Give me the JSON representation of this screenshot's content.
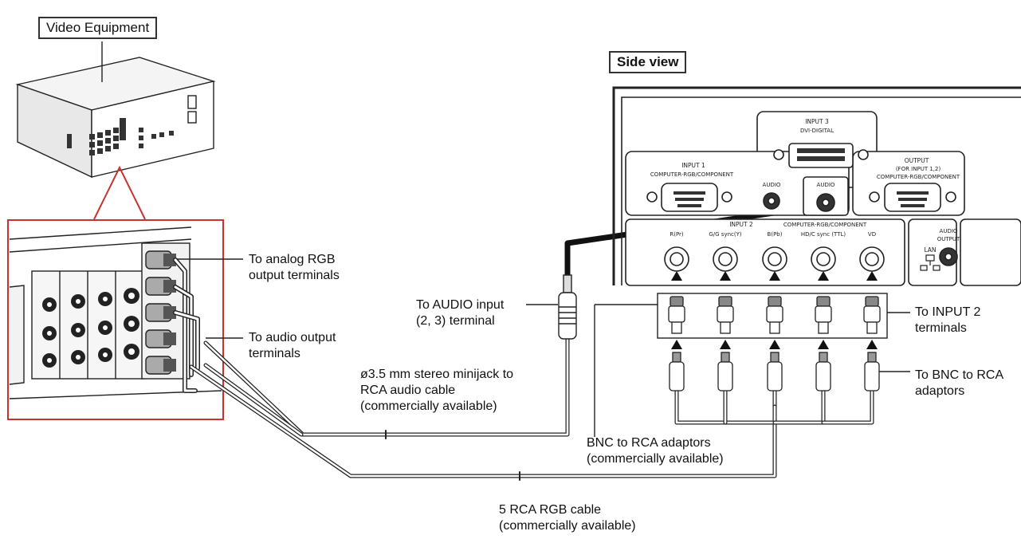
{
  "labels": {
    "video_equipment": "Video Equipment",
    "side_view": "Side view",
    "analog_rgb": [
      "To analog RGB",
      "output terminals"
    ],
    "audio_output": [
      "To audio output",
      "terminals"
    ],
    "audio_input": [
      "To AUDIO input",
      "(2, 3) terminal"
    ],
    "minijack_cable": [
      "ø3.5 mm stereo minijack to",
      "RCA audio cable",
      "(commercially available)"
    ],
    "input2_terminals": [
      "To INPUT 2",
      "terminals"
    ],
    "bnc_rca_adaptors_right": [
      "To BNC to RCA",
      "adaptors"
    ],
    "bnc_rca_adaptors_bottom": [
      "BNC to RCA adaptors",
      "(commercially available)"
    ],
    "rca_rgb_cable": [
      "5 RCA RGB cable",
      "(commercially available)"
    ]
  },
  "panel": {
    "input3": "INPUT 3",
    "dvi_digital": "DVI-DIGITAL",
    "input1": "INPUT 1",
    "input1_sub": "COMPUTER-RGB/COMPONENT",
    "audio_in_1": "AUDIO",
    "audio_in_2": "AUDIO",
    "output": "OUTPUT",
    "output_for": "(FOR INPUT 1,2)",
    "output_sub": "COMPUTER-RGB/COMPONENT",
    "input2": "INPUT 2",
    "input2_sub": "COMPUTER-RGB/COMPONENT",
    "bnc_labels": [
      "R(Pr)",
      "G/G sync(Y)",
      "B(Pb)",
      "HD/C sync (TTL)",
      "VD"
    ],
    "lan": "LAN",
    "audio_output": "AUDIO",
    "audio_output_sub": "OUTPUT"
  }
}
